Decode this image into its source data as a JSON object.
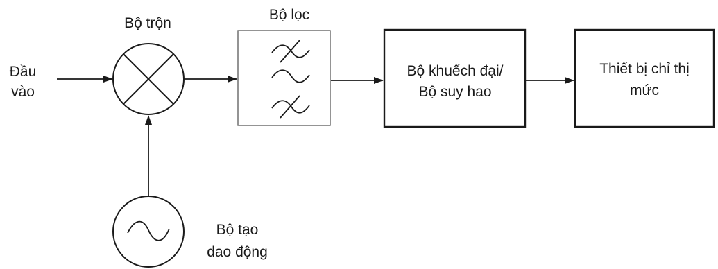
{
  "input": {
    "line1": "Đầu",
    "line2": "vào"
  },
  "mixer": {
    "label": "Bộ trộn"
  },
  "filter": {
    "label": "Bộ lọc"
  },
  "amplifier": {
    "line1": "Bộ khuếch đại/",
    "line2": "Bộ suy hao"
  },
  "indicator": {
    "line1": "Thiết bị chỉ thị",
    "line2": "mức"
  },
  "oscillator": {
    "line1": "Bộ tạo",
    "line2": "dao động"
  }
}
